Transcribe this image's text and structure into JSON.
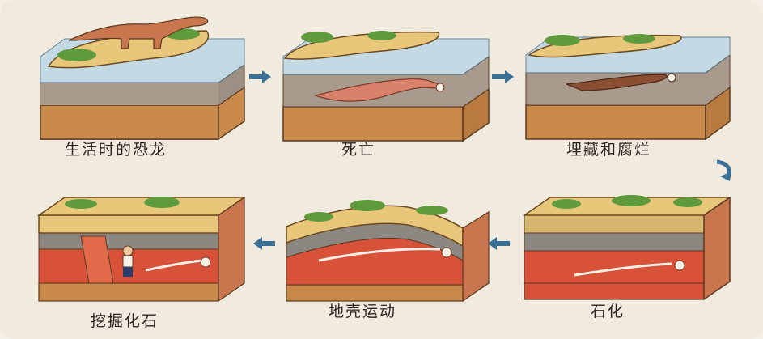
{
  "steps": [
    {
      "label": "生活时的恐龙"
    },
    {
      "label": "死亡"
    },
    {
      "label": "埋藏和腐烂"
    },
    {
      "label": "石化"
    },
    {
      "label": "地壳运动"
    },
    {
      "label": "挖掘化石"
    }
  ],
  "colors": {
    "background": "#f1ebdf",
    "water": "#bcd6e6",
    "sand": "#e8c77a",
    "soil": "#c98a4b",
    "grey_rock": "#8d8782",
    "red_rock": "#d8523a",
    "grass": "#5f9a3d",
    "dinosaur": "#c9764e",
    "arrow": "#3a6f96"
  },
  "icons": [
    "right-arrow-icon",
    "down-right-arrow-icon",
    "left-arrow-icon"
  ]
}
